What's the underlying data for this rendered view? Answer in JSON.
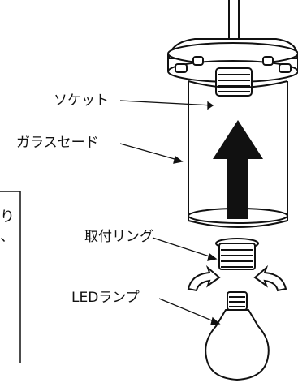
{
  "labels": {
    "socket": "ソケット",
    "glass_shade": "ガラスセード",
    "mounting_ring": "取付リング",
    "led_lamp": "LEDランプ"
  },
  "side_panel": {
    "char1": "り",
    "char2": "、"
  },
  "colors": {
    "line": "#111111",
    "arrow": "#111111",
    "background": "#ffffff"
  }
}
